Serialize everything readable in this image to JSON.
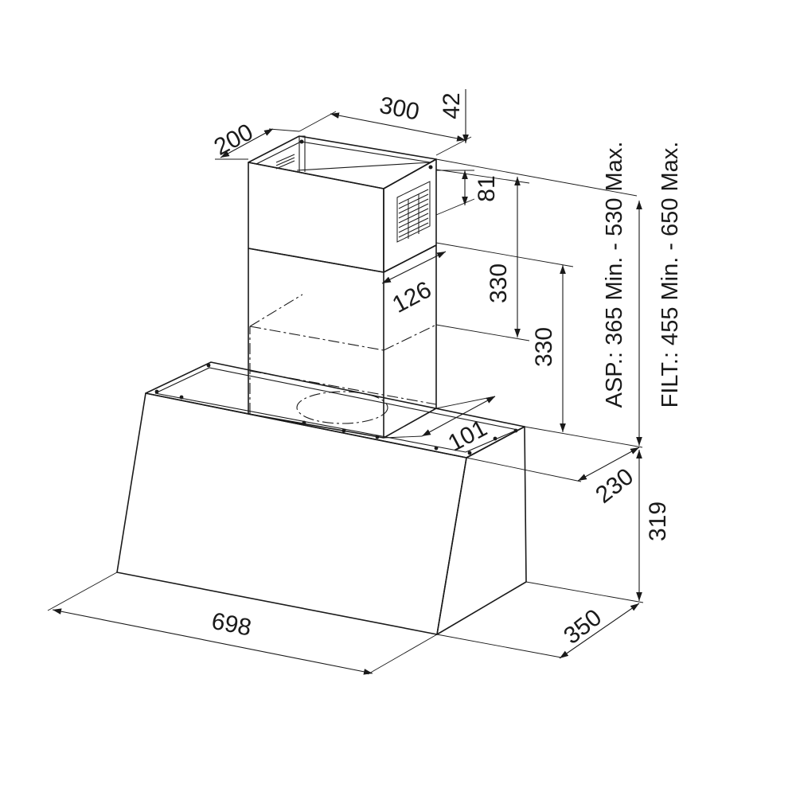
{
  "dimensions": {
    "chimney_depth": "200",
    "chimney_width": "300",
    "chimney_top_offset": "42",
    "vent_height": "81",
    "upper_chimney_height": "330",
    "lower_chimney_height": "330",
    "chimney_side_offset": "126",
    "chimney_front_offset": "101",
    "canopy_top_depth": "230",
    "canopy_height": "319",
    "canopy_width": "698",
    "canopy_depth": "350"
  },
  "notes": {
    "asp_range": "ASP.: 365 Min. - 530 Max.",
    "filt_range": "FILT.: 455 Min. - 650 Max."
  }
}
